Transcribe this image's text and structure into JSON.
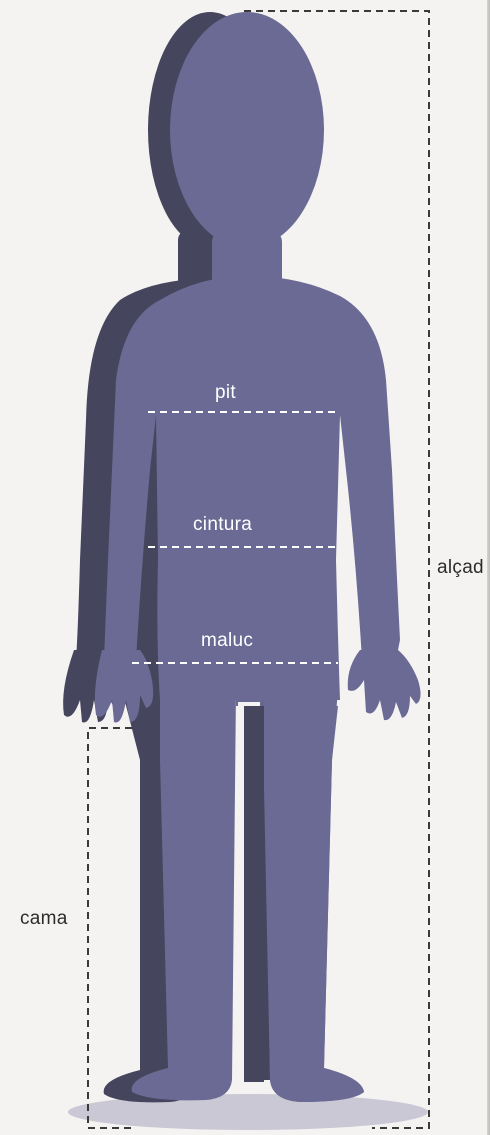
{
  "colors": {
    "background": "#f4f3f1",
    "body_front": "#6b6a94",
    "body_shadow": "#46455e",
    "floor_shadow": "#c9c8d4",
    "inner_label": "#ffffff",
    "outer_label": "#2c2c2c",
    "dashed_box": "#3a3a3a"
  },
  "labels": {
    "chest": "pit",
    "waist": "cintura",
    "hip": "maluc",
    "height": "alçad",
    "inseam": "cama"
  }
}
